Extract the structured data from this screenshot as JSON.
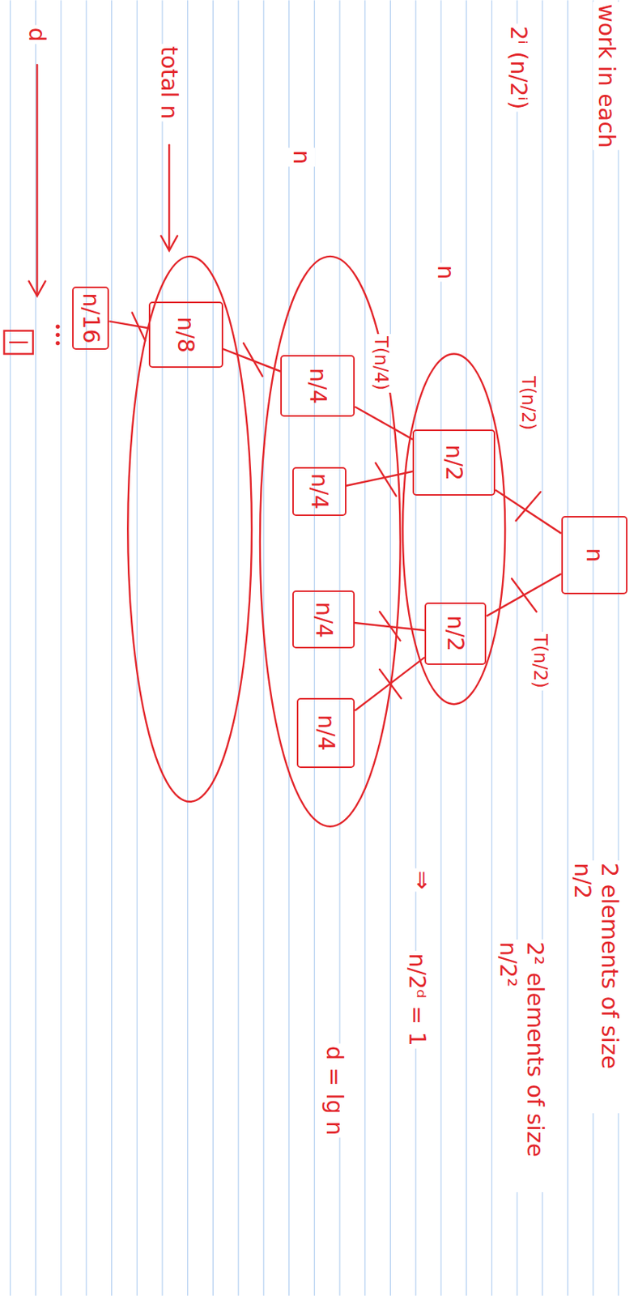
{
  "diagram": {
    "nodes": [
      {
        "text": [
          "n"
        ]
      },
      {
        "text": [
          "n/2"
        ]
      },
      {
        "text": [
          "n/2"
        ]
      },
      {
        "text": [
          "n/4"
        ]
      },
      {
        "text": [
          "n/4"
        ]
      },
      {
        "text": [
          "n/4"
        ]
      },
      {
        "text": [
          "n/4"
        ]
      },
      {
        "text": [
          "n/8"
        ]
      },
      {
        "text": [
          "n/16"
        ]
      }
    ],
    "edges": [
      {
        "from": 0,
        "to": 1,
        "arrow": "none",
        "label": "T(n/2)"
      },
      {
        "from": 0,
        "to": 2,
        "arrow": "none",
        "label": "T(n/2)"
      },
      {
        "from": 1,
        "to": 3,
        "arrow": "none",
        "label": "T(n/4)"
      },
      {
        "from": 1,
        "to": 4,
        "arrow": "none"
      },
      {
        "from": 2,
        "to": 5,
        "arrow": "none"
      },
      {
        "from": 2,
        "to": 6,
        "arrow": "none"
      },
      {
        "from": 3,
        "to": 7,
        "arrow": "none"
      },
      {
        "from": 7,
        "to": 8,
        "arrow": "none"
      }
    ],
    "labels": [
      "work in each",
      "2ⁱ (n/2ⁱ)",
      "n",
      "n",
      "total n",
      "d",
      "2 elements of size n/2",
      "2² elements of size n/2²",
      "⇒",
      "n/2ᵈ = 1",
      "d = lg n"
    ]
  }
}
